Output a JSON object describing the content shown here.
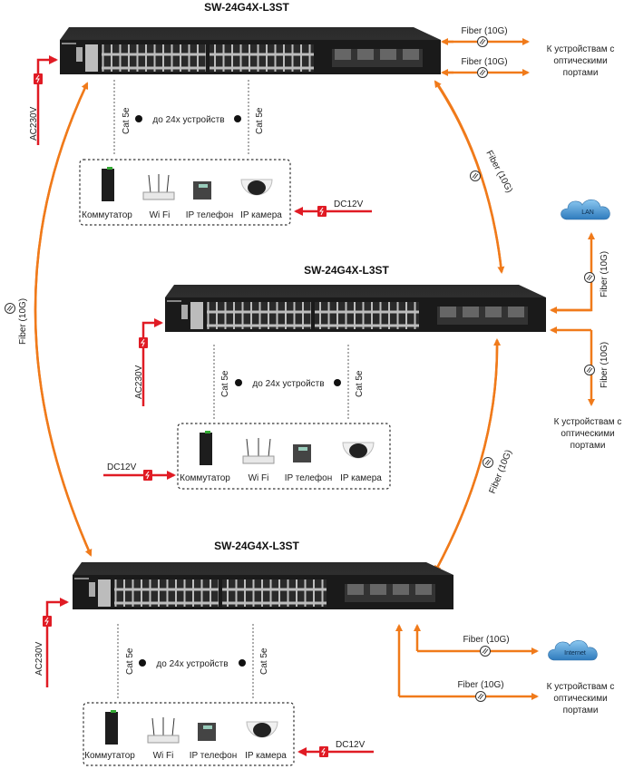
{
  "colors": {
    "fiber": "#f07a1a",
    "power": "#e01b24",
    "switch_body": "#1c1c1c",
    "cloud": "#4a9ad4"
  },
  "switches": [
    {
      "title": "SW-24G4X-L3ST"
    },
    {
      "title": "SW-24G4X-L3ST"
    },
    {
      "title": "SW-24G4X-L3ST"
    }
  ],
  "labels": {
    "fiber": "Fiber (10G)",
    "cat5e": "Cat 5e",
    "up_to_devices": "до 24х устройств",
    "ac": "AC230V",
    "dc": "DC12V",
    "optical_targets_line1": "К устройствам с",
    "optical_targets_line2": "оптическими",
    "optical_targets_line3": "портами",
    "lan": "LAN",
    "internet": "Internet"
  },
  "devices": [
    {
      "label": "Коммутатор",
      "icon": "industrial-switch-icon"
    },
    {
      "label": "Wi Fi",
      "icon": "wifi-router-icon"
    },
    {
      "label": "IP телефон",
      "icon": "ip-phone-icon"
    },
    {
      "label": "IP камера",
      "icon": "ip-camera-icon"
    }
  ]
}
